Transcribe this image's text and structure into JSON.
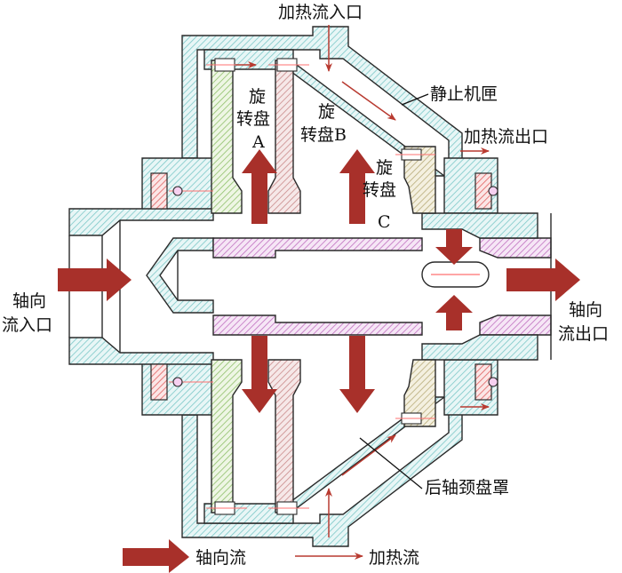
{
  "labels": {
    "heating_inlet": "加热流入口",
    "stationary_casing": "静止机匣",
    "heating_outlet": "加热流出口",
    "disk_a_line1": "旋",
    "disk_a_line2": "转盘",
    "disk_a_line3": "A",
    "disk_b_line1": "旋",
    "disk_b_line2": "转盘B",
    "disk_c_line1": "旋",
    "disk_c_line2": "转盘",
    "disk_c_line3": "C",
    "axial_inlet_line1": "轴向",
    "axial_inlet_line2": "流入口",
    "axial_outlet_line1": "轴向",
    "axial_outlet_line2": "流出口",
    "rear_journal_cover": "后轴颈盘罩"
  },
  "legend": {
    "axial_flow": "轴向流",
    "heating_flow": "加热流"
  },
  "colors": {
    "casing_hatch": "#7cc8c8",
    "disk_a_hatch": "#8fc06a",
    "disk_b_hatch": "#c98a8a",
    "disk_c_hatch": "#b8ac7a",
    "shaft_hatch": "#c070c0",
    "seal_hatch": "#e06060",
    "axial_arrow": "#a8302a",
    "heating_arrow": "#b83a30",
    "outline": "#2a2a2a"
  }
}
